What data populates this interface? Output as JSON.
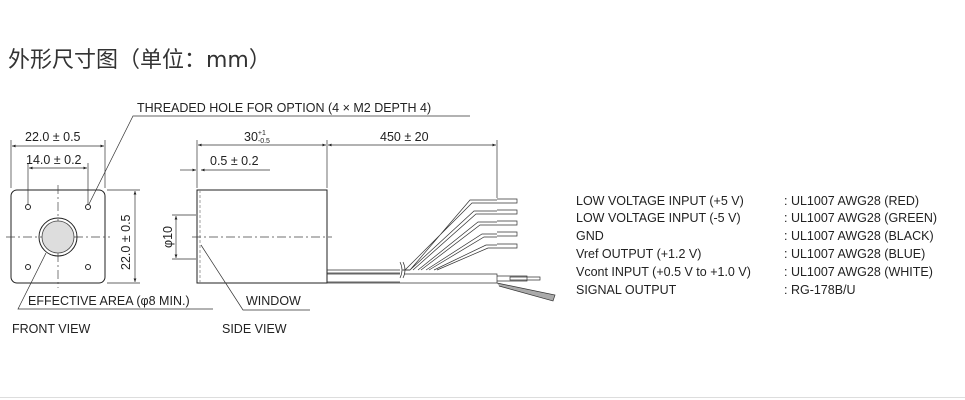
{
  "title": "外形尺寸图（单位：mm）",
  "drawing": {
    "threaded_hole_label": "THREADED HOLE FOR OPTION (4 × M2 DEPTH 4)",
    "front_width": "22.0 ± 0.5",
    "hole_pitch": "14.0 ± 0.2",
    "front_height": "22.0 ± 0.5",
    "effective_area_label": "EFFECTIVE AREA (φ8 MIN.)",
    "front_view_label": "FRONT VIEW",
    "side_length": "30",
    "side_length_tol_plus": "+1",
    "side_length_tol_minus": "-0.5",
    "window_offset": "0.5 ± 0.2",
    "window_diameter": "φ10",
    "window_label": "WINDOW",
    "side_view_label": "SIDE VIEW",
    "cable_length": "450 ± 20"
  },
  "wiring": [
    {
      "signal": "LOW VOLTAGE INPUT (+5 V)",
      "cable": ": UL1007 AWG28 (RED)"
    },
    {
      "signal": "LOW VOLTAGE INPUT (-5 V)",
      "cable": ": UL1007 AWG28 (GREEN)"
    },
    {
      "signal": "GND",
      "cable": ": UL1007 AWG28 (BLACK)"
    },
    {
      "signal": "Vref OUTPUT (+1.2 V)",
      "cable": ": UL1007 AWG28 (BLUE)"
    },
    {
      "signal": "Vcont INPUT (+0.5 V to +1.0 V)",
      "cable": ": UL1007 AWG28 (WHITE)"
    },
    {
      "signal": "SIGNAL OUTPUT",
      "cable": ": RG-178B/U"
    }
  ]
}
